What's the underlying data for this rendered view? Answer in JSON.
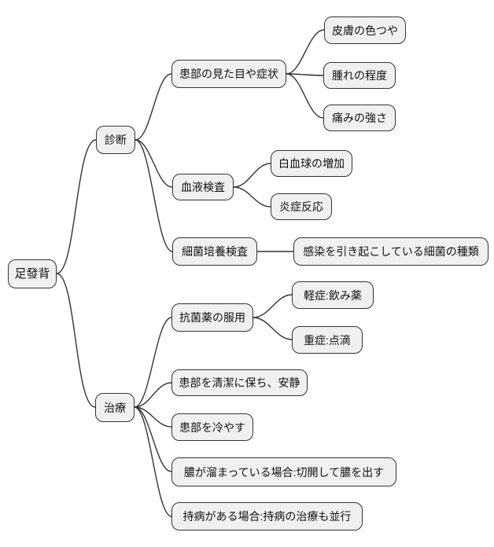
{
  "diagram": {
    "type": "mindmap",
    "colors": {
      "node_fill": "#f0f0f0",
      "node_border": "#333333",
      "edge": "#333333",
      "background": "#ffffff"
    },
    "root": {
      "label": "足發背"
    },
    "branches": [
      {
        "label": "診断",
        "children": [
          {
            "label": "患部の見た目や症状",
            "children": [
              {
                "label": "皮膚の色つや"
              },
              {
                "label": "腫れの程度"
              },
              {
                "label": "痛みの強さ"
              }
            ]
          },
          {
            "label": "血液検査",
            "children": [
              {
                "label": "白血球の増加"
              },
              {
                "label": "炎症反応"
              }
            ]
          },
          {
            "label": "細菌培養検査",
            "children": [
              {
                "label": "感染を引き起こしている細菌の種類"
              }
            ]
          }
        ]
      },
      {
        "label": "治療",
        "children": [
          {
            "label": "抗菌薬の服用",
            "children": [
              {
                "label": "軽症:飲み薬"
              },
              {
                "label": "重症:点滴"
              }
            ]
          },
          {
            "label": "患部を清潔に保ち、安静"
          },
          {
            "label": "患部を冷やす"
          },
          {
            "label": "膿が溜まっている場合:切開して膿を出す"
          },
          {
            "label": "持病がある場合:持病の治療も並行"
          }
        ]
      }
    ]
  }
}
